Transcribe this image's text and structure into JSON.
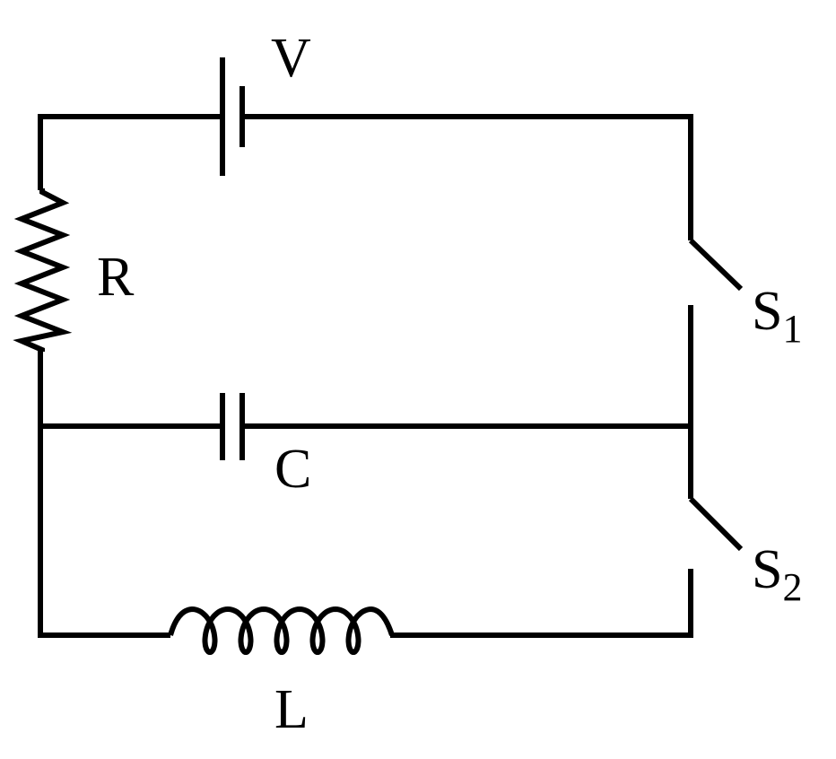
{
  "labels": {
    "battery": "V",
    "resistor": "R",
    "capacitor": "C",
    "inductor": "L",
    "switch1_main": "S",
    "switch1_sub": "1",
    "switch2_main": "S",
    "switch2_sub": "2"
  },
  "colors": {
    "stroke": "#000000",
    "background": "#ffffff"
  }
}
